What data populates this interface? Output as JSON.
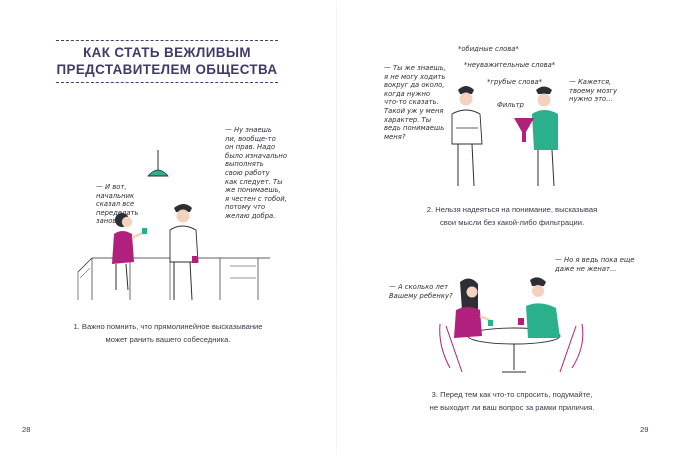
{
  "left_page": {
    "title_line1": "КАК СТАТЬ ВЕЖЛИВЫМ",
    "title_line2": "ПРЕДСТАВИТЕЛЕМ ОБЩЕСТВА",
    "bubble_woman": "— И вот,\nначальник\nсказал все\nпеределать\nзаново.",
    "bubble_man": "— Ну знаешь\nли, вообще-то\nон прав. Надо\nбыло изначально\nвыполнять\nсвою работу\nкак следует. Ты\nже понимаешь,\nя честен с тобой,\nпотому что\nжелаю добра.",
    "caption": "1. Важно помнить, что прямолинейное высказывание\nможет ранить вашего собеседника.",
    "page_number": "28"
  },
  "right_page": {
    "label_tags": [
      "*обидные слова*",
      "*неуважительные слова*",
      "*грубые слова*"
    ],
    "filter_label": "Фильтр",
    "bubble_left": "— Ты же знаешь,\nя не могу ходить\nвокруг да около,\nкогда нужно\nчто-то сказать.\nТакой уж у меня\nхарактер. Ты\nведь понимаешь\nменя?",
    "bubble_right": "— Кажется,\nтвоему мозгу\nнужно это...",
    "caption_2": "2. Нельзя надеяться на понимание, высказывая\nсвои мысли без какой-либо фильтрации.",
    "bubble_table_left": "— А сколько лет\nВашему ребенку?",
    "bubble_table_right": "— Но я ведь пока еще\nдаже не женат...",
    "caption_3": "3. Перед тем как что-то спросить, подумайте,\nне выходит ли ваш вопрос за рамки приличия.",
    "page_number": "29"
  },
  "colors": {
    "title": "#3f3a6a",
    "magenta": "#b0207c",
    "green": "#2bb08c",
    "outline": "#2e2e36"
  }
}
